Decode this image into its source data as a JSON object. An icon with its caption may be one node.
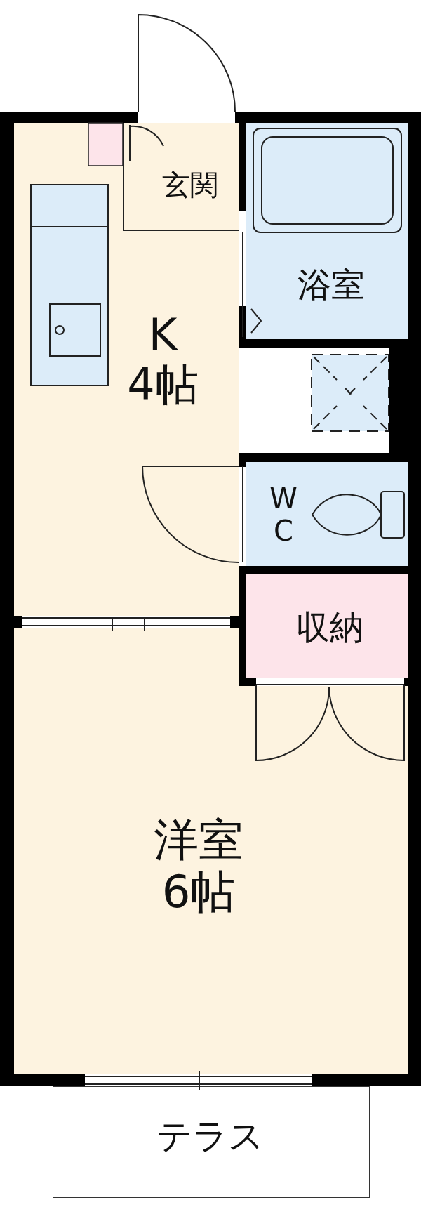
{
  "diagram": {
    "nodes": [
      {
        "text": [
          "K 4帖"
        ]
      },
      {
        "text": [
          "玄関"
        ],
        "in": 0
      },
      {
        "text": [
          "浴室"
        ]
      },
      {
        "text": [
          "WC"
        ]
      },
      {
        "text": [
          "収納"
        ]
      },
      {
        "text": [
          "洋室 6帖"
        ]
      },
      {
        "text": [
          "テラス"
        ]
      }
    ]
  }
}
